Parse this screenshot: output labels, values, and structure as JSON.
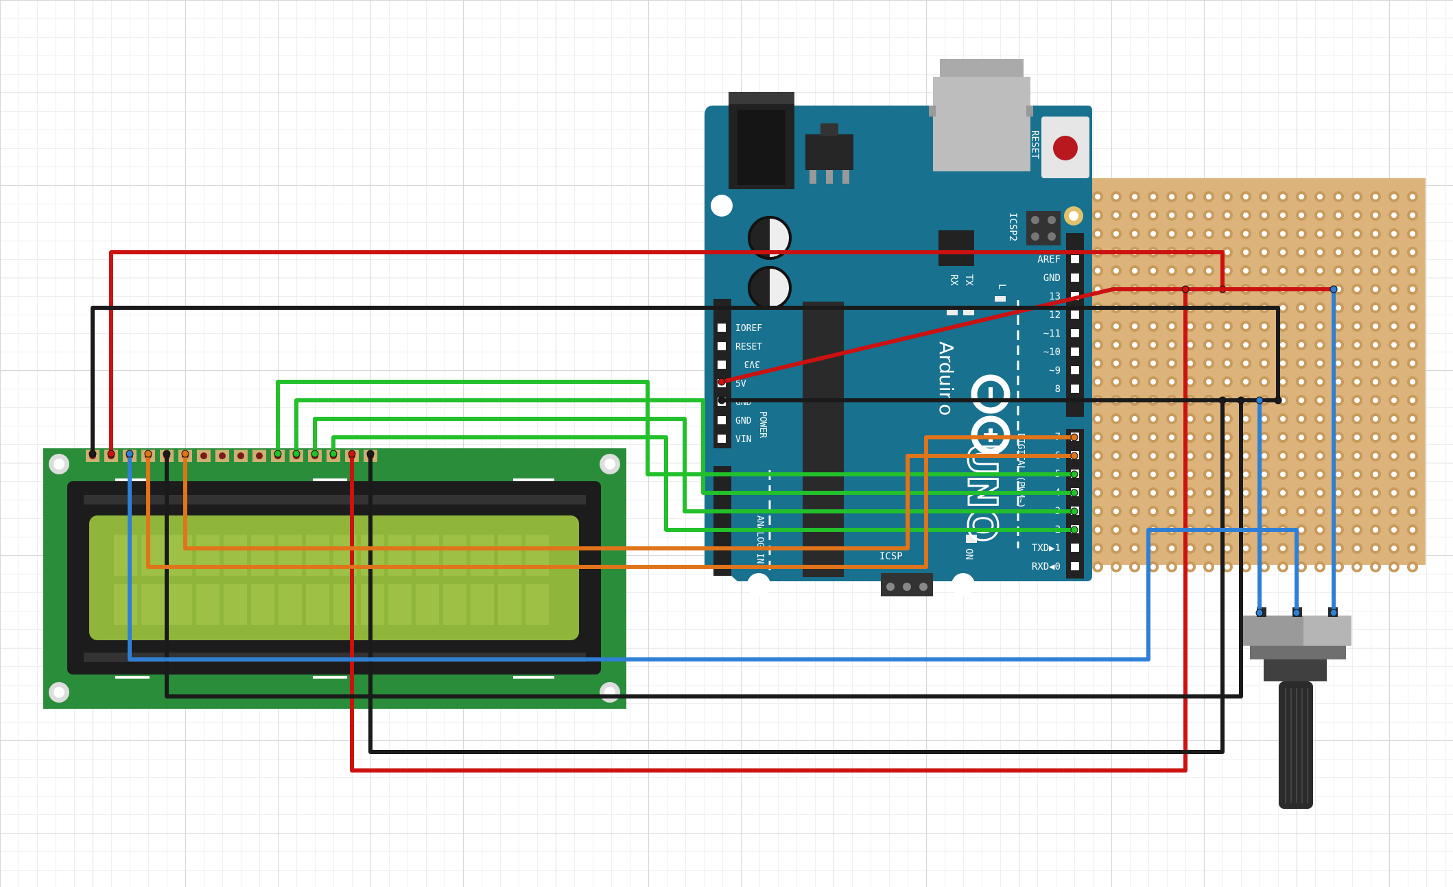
{
  "arduino": {
    "brand": "Arduino",
    "model": "UNO",
    "reset_label": "RESET",
    "icsp_label": "ICSP",
    "icsp2_label": "ICSP2",
    "tx_label": "TX",
    "rx_label": "RX",
    "l_label": "L",
    "on_label": "ON",
    "power_label": "POWER",
    "analog_label": "ANALOG IN",
    "digital_label": "DIGITAL (PWM~)",
    "power_pins": [
      "IOREF",
      "RESET",
      "3V3",
      "5V",
      "GND",
      "GND",
      "VIN"
    ],
    "digital_pins": [
      "AREF",
      "GND",
      "13",
      "12",
      "~11",
      "~10",
      "~9",
      "8",
      "7",
      "~6",
      "~5",
      "4",
      "~3",
      "2",
      "TXD▶1",
      "RXD◀0"
    ]
  },
  "colors": {
    "board": "#17718f",
    "lcd_pcb": "#2a8d3a",
    "lcd_screen": "#8fb63a",
    "perfboard": "#dcb37a",
    "wire_red": "#cc1111",
    "wire_black": "#1a1a1a",
    "wire_green": "#22c02a",
    "wire_orange": "#e0741a",
    "wire_blue": "#2f7fd6"
  }
}
